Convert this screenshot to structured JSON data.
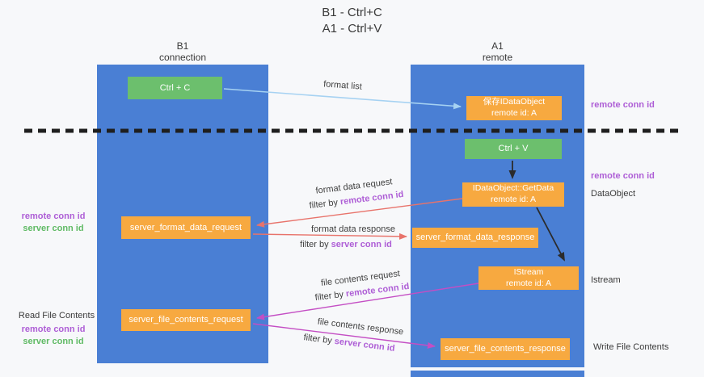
{
  "title": {
    "line1": "B1 - Ctrl+C",
    "line2": "A1 - Ctrl+V"
  },
  "columns": {
    "left": {
      "name": "B1",
      "role": "connection"
    },
    "right": {
      "name": "A1",
      "role": "remote"
    }
  },
  "nodes": {
    "ctrl_c": {
      "label": "Ctrl + C"
    },
    "ctrl_v": {
      "label": "Ctrl + V"
    },
    "saved_dataobject": {
      "line1": "保存IDataObject",
      "line2": "remote id: A"
    },
    "getdata": {
      "line1": "IDataObject::GetData",
      "line2": "remote id: A"
    },
    "istream": {
      "line1": "IStream",
      "line2": "remote id: A"
    },
    "server_format_data_request": {
      "label": "server_format_data_request"
    },
    "server_format_data_response": {
      "label": "server_format_data_response"
    },
    "server_file_contents_request": {
      "label": "server_file_contents_request"
    },
    "server_file_contents_response": {
      "label": "server_file_contents_response"
    }
  },
  "arrow_labels": {
    "format_list": "format list",
    "format_data_request": "format data request",
    "format_data_response": "format data response",
    "file_contents_request": "file contents request",
    "file_contents_response": "file contents response",
    "filter_by": "filter by",
    "remote_conn_id": "remote conn id",
    "server_conn_id": "server conn id"
  },
  "side_labels": {
    "remote_conn_id": "remote conn id",
    "server_conn_id": "server conn id",
    "dataobject": "DataObject",
    "istream": "Istream",
    "read_file_contents": "Read File Contents",
    "write_file_contents": "Write File Contents"
  },
  "colors": {
    "column_blue": "#4a7fd4",
    "box_orange": "#f7a940",
    "box_green": "#6cbf6d",
    "arrow_lightblue": "#a6d2f2",
    "arrow_red": "#e8736b",
    "arrow_magenta": "#c44ec4",
    "arrow_black": "#2b2b2b",
    "divider_black": "#1f1f1f",
    "accent_purple": "#ae5ed6",
    "accent_green": "#5fba64"
  }
}
